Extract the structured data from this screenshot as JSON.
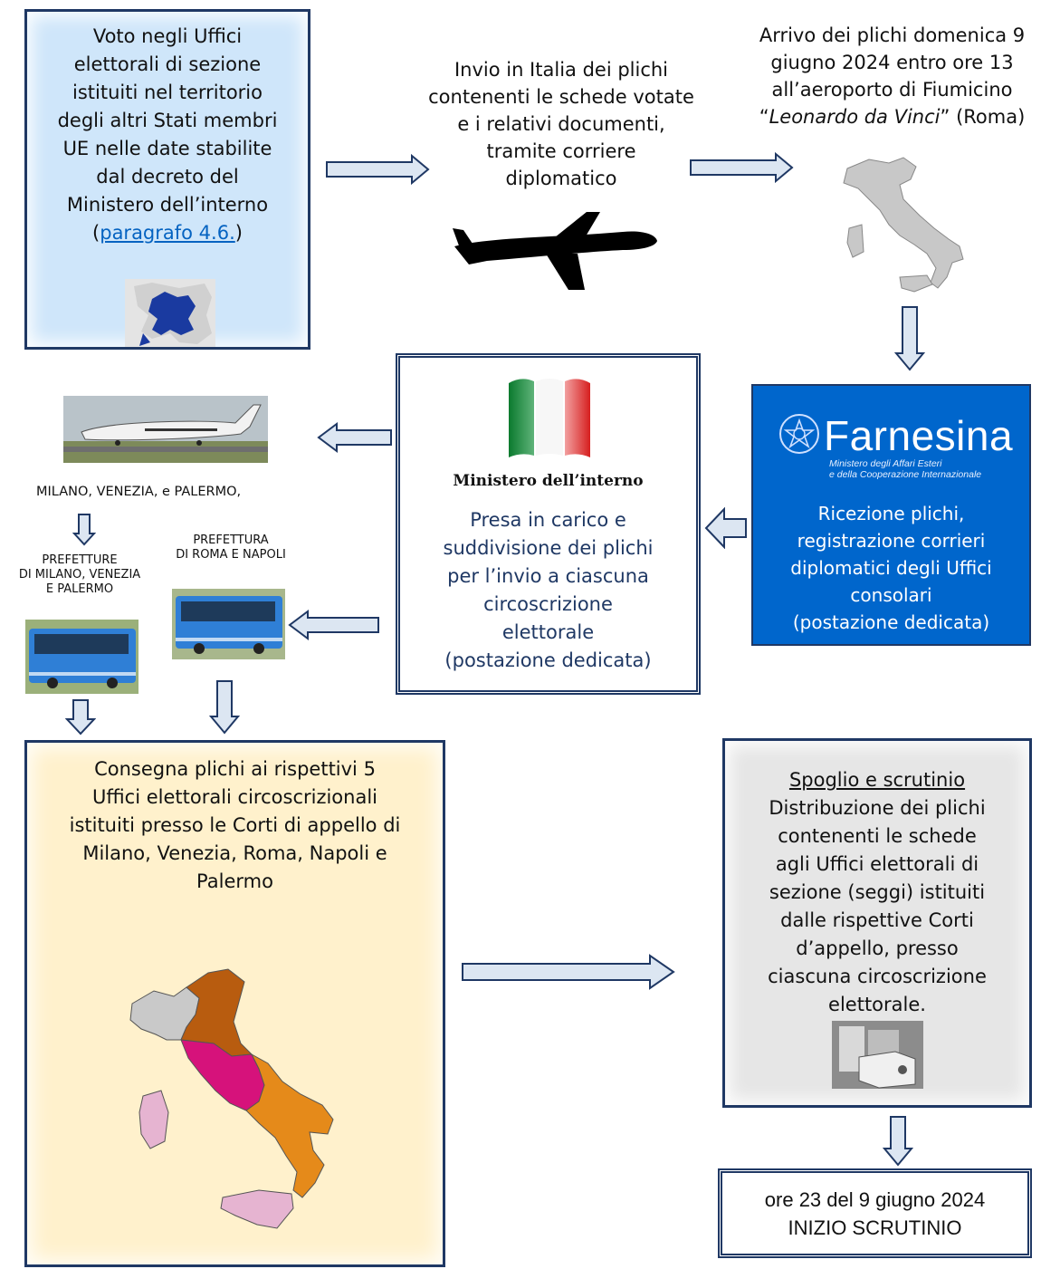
{
  "eu_box": {
    "text": "Voto negli Uffici\nelettorali di sezione\nistituiti nel territorio\ndegli altri Stati membri\nUE nelle date stabilite\ndal decreto del\nMinistero dell’interno",
    "link": "paragrafo 4.6."
  },
  "shipping": {
    "text": "Invio in Italia dei plichi\ncontenenti le schede votate\ne i relativi documenti,\ntramite corriere\ndiplomatico"
  },
  "arrival": {
    "text_plain": "Arrivo dei plichi domenica 9\ngiugno 2024 entro ore 13\nall’aeroporto di Fiumicino",
    "airport_name": "Leonardo da Vinci",
    "city": "(Roma)"
  },
  "farnesina": {
    "brand": "Farnesina",
    "subtitle": "Ministero degli Affari Esteri\ne della Cooperazione Internazionale",
    "text": "Ricezione plichi,\nregistrazione corrieri\ndiplomatici degli Uffici\nconsolari\n(postazione dedicata)"
  },
  "ministero": {
    "name": "Ministero dell’interno",
    "text": "Presa in carico e\nsuddivisione dei plichi\nper l’invio a ciascuna\ncircoscrizione\nelettorale\n(postazione dedicata)"
  },
  "flight_cities": "MILANO, VENEZIA, e PALERMO,",
  "prefetture_north": "PREFETTURE\nDI MILANO, VENEZIA\nE PALERMO",
  "prefettura_south": "PREFETTURA\nDI ROMA E NAPOLI",
  "delivery": {
    "text": "Consegna plichi ai rispettivi 5\nUffici elettorali circoscrizionali\nistituiti presso le Corti di appello di\nMilano, Venezia, Roma, Napoli e\nPalermo"
  },
  "count": {
    "title": "Spoglio e scrutinio",
    "text": "Distribuzione dei plichi\ncontenenti le schede\nagli Uffici elettorali di\nsezione (seggi) istituiti\ndalle rispettive Corti\nd’appello, presso\nciascuna circoscrizione\nelettorale."
  },
  "start": {
    "text": "ore 23 del 9 giugno 2024\nINIZIO SCRUTINIO"
  },
  "colors": {
    "arrow_fill": "#dce6f2",
    "arrow_stroke": "#1f3864",
    "farnesina_blue": "#0066cc",
    "region_north_west": "#c9c9c9",
    "region_north_east": "#b85c0f",
    "region_center": "#d6127b",
    "region_south": "#e58a1a",
    "region_islands": "#e6b4d1"
  }
}
